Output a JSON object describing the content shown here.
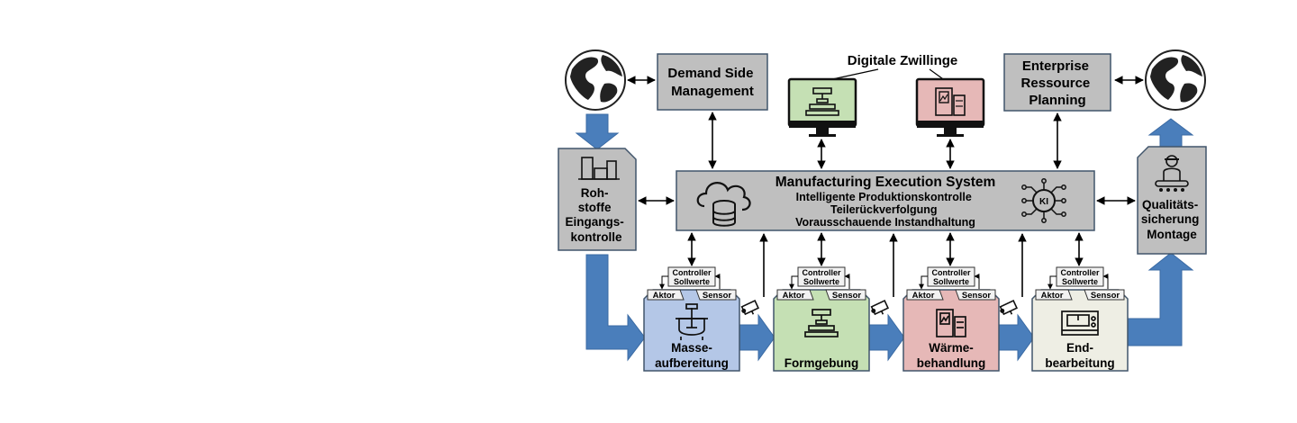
{
  "colors": {
    "gray": "#bfbfbf",
    "blue_box": "#b4c7e7",
    "green_box": "#c5e0b4",
    "red_box": "#e6b8b7",
    "cream_box": "#eeeee4",
    "flow_arrow": "#4a7ebb",
    "border": "#41556b"
  },
  "icons": [
    "globe-icon",
    "database-cloud-icon",
    "ai-chip-icon",
    "monitor-icon",
    "press-icon",
    "furnace-icon",
    "worker-conveyor-icon",
    "raw-material-icon",
    "mixer-icon",
    "machine-icon",
    "camera-icon"
  ],
  "top": {
    "demand": {
      "line1": "Demand Side",
      "line2": "Management"
    },
    "twins": "Digitale Zwillinge",
    "erp": {
      "line1": "Enterprise",
      "line2": "Ressource",
      "line3": "Planning"
    }
  },
  "mes": {
    "title": "Manufacturing Execution System",
    "lines": [
      "Intelligente Produktionskontrolle",
      "Teilerückverfolgung",
      "Vorausschauende Instandhaltung"
    ],
    "ki_label": "KI"
  },
  "left_station": {
    "lines": [
      "Roh-",
      "stoffe",
      "Eingangs-",
      "kontrolle"
    ]
  },
  "right_station": {
    "lines": [
      "Qualitäts-",
      "sicherung",
      "Montage"
    ]
  },
  "control": {
    "controller": "Controller",
    "setpoints": "Sollwerte",
    "actor": "Aktor",
    "sensor": "Sensor"
  },
  "stations": [
    {
      "lines": [
        "Masse-",
        "aufbereitung"
      ]
    },
    {
      "lines": [
        "Formgebung"
      ]
    },
    {
      "lines": [
        "Wärme-",
        "behandlung"
      ]
    },
    {
      "lines": [
        "End-",
        "bearbeitung"
      ]
    }
  ]
}
